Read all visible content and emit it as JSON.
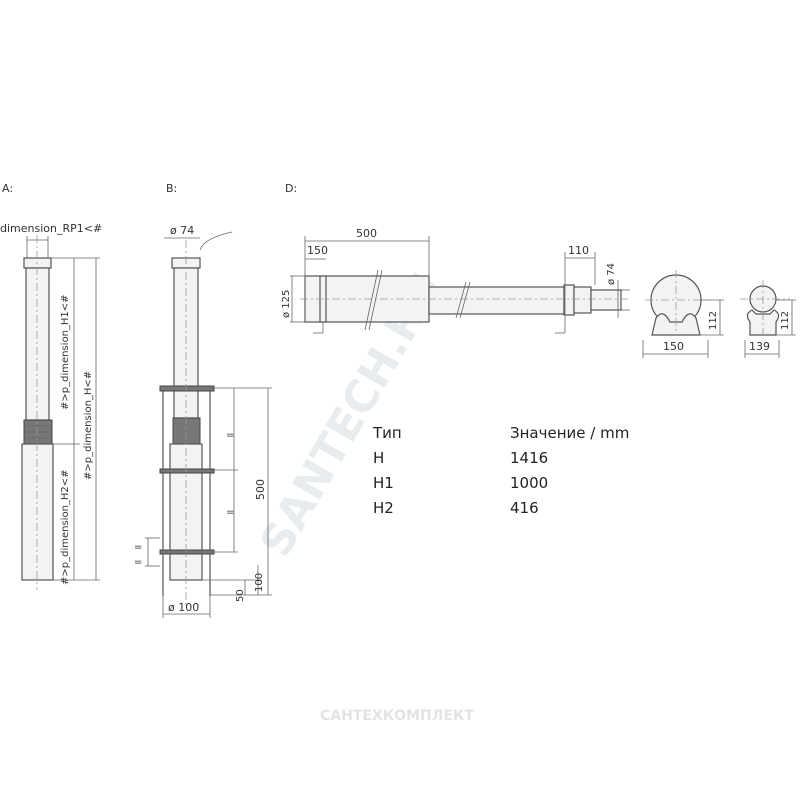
{
  "views": {
    "a": {
      "label": "A:",
      "rp1": "dimension_RP1<#",
      "h1": "#>p_dimension_H1<#",
      "h2": "#>p_dimension_H2<#",
      "h": "#>p_dimension_H<#"
    },
    "b": {
      "label": "B:",
      "d74": "ø 74",
      "d100": "ø 100",
      "h500": "500",
      "d50": "50",
      "d100v": "100",
      "eq": "="
    },
    "d": {
      "label": "D:",
      "l500": "500",
      "l150": "150",
      "l110": "110",
      "d74": "ø 74",
      "d125": "ø 125",
      "w150": "150",
      "h112a": "112",
      "w139": "139",
      "h112b": "112"
    }
  },
  "table": {
    "headers": [
      "Тип",
      "Значение / mm"
    ],
    "rows": [
      [
        "H",
        "1416"
      ],
      [
        "H1",
        "1000"
      ],
      [
        "H2",
        "416"
      ]
    ]
  },
  "watermarks": {
    "site": "SANTECH.RU",
    "company": "САНТЕХКОМПЛЕКТ"
  }
}
